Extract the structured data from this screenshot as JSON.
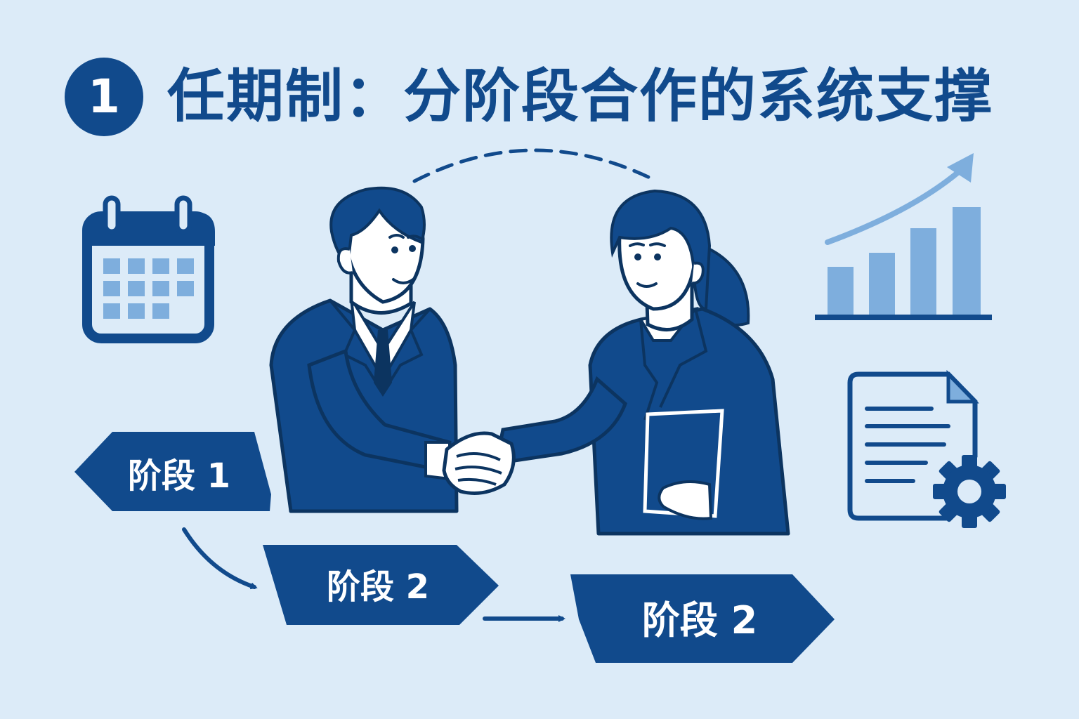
{
  "header": {
    "number": "1",
    "title": "任期制：分阶段合作的系统支撑"
  },
  "stages": [
    {
      "label": "阶段 1"
    },
    {
      "label": "阶段 2"
    },
    {
      "label": "阶段 2"
    }
  ],
  "icons": {
    "left": "calendar-icon",
    "top_right": "bar-chart-growth-icon",
    "bottom_right": "document-gear-icon",
    "center": "handshake-illustration"
  },
  "colors": {
    "background": "#DCEBF8",
    "primary": "#114A8C",
    "accent_light": "#7EAEDD",
    "white": "#FFFFFF"
  }
}
